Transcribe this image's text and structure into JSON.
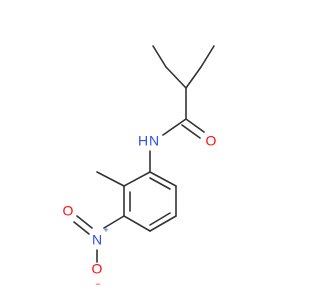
{
  "atoms": {
    "amide_n": {
      "symbol": "N",
      "hydrogen": "H",
      "color": "#3050F8"
    },
    "carbonyl_o": {
      "symbol": "O",
      "color": "#FF0D0D"
    },
    "nitro_n": {
      "symbol": "N",
      "charge": "+",
      "color": "#3050F8"
    },
    "nitro_o_double": {
      "symbol": "O",
      "color": "#FF0D0D"
    },
    "nitro_o_single": {
      "symbol": "O",
      "charge": "−",
      "color": "#FF0D0D"
    }
  },
  "colors": {
    "bond": "#333333",
    "background": "#ffffff"
  }
}
